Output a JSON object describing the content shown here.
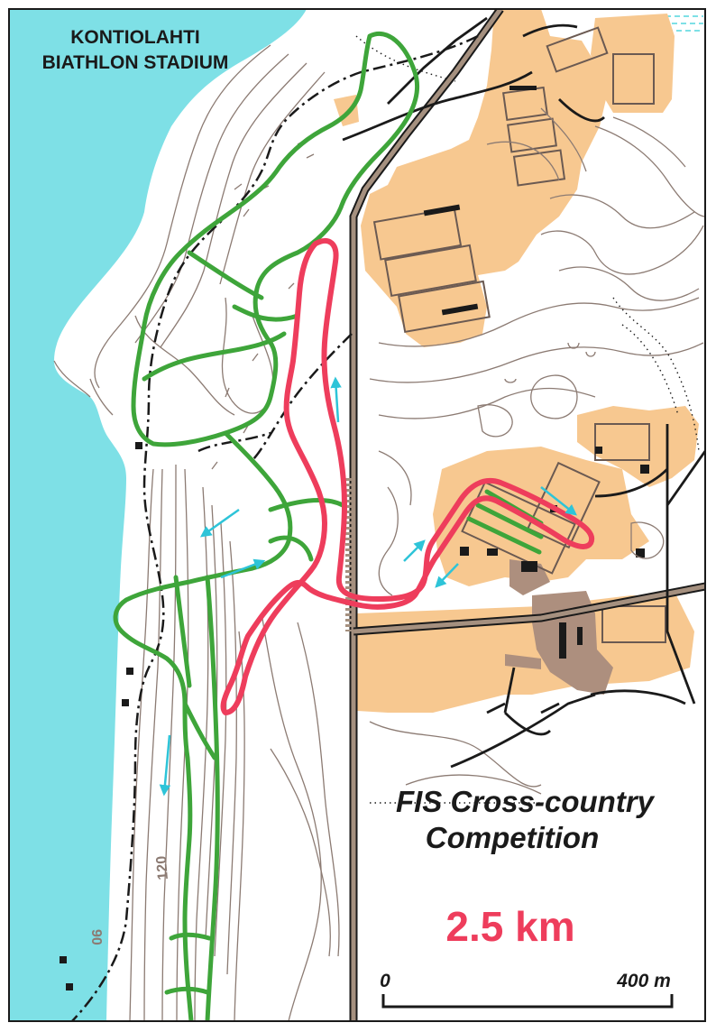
{
  "map": {
    "title_line1": "KONTIOLAHTI",
    "title_line2": "BIATHLON STADIUM",
    "competition_line1": "FIS Cross-country",
    "competition_line2": "Competition",
    "distance": "2.5 km",
    "scale_start": "0",
    "scale_end": "400 m",
    "contour_label_1": "120",
    "contour_label_2": "90",
    "colors": {
      "water": "#7ee0e6",
      "open_land": "#f7c890",
      "built_area": "#ad8f7e",
      "contours": "#8c7b73",
      "trail_green": "#3ea53a",
      "course_red": "#ee3d5c",
      "direction_arrow": "#2ec4d8",
      "text_dark": "#1a1a1a"
    },
    "icons": [
      "direction-arrow-icon",
      "building-icon"
    ]
  }
}
